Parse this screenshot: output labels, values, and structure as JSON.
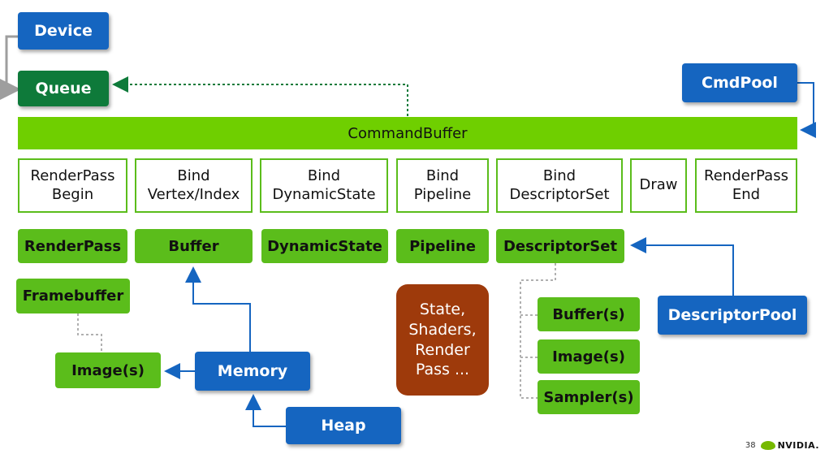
{
  "nodes": {
    "device": "Device",
    "queue": "Queue",
    "cmdpool": "CmdPool",
    "commandbuffer": "CommandBuffer",
    "renderpass_begin": "RenderPass\nBegin",
    "bind_vertex_index": "Bind\nVertex/Index",
    "bind_dynamicstate": "Bind\nDynamicState",
    "bind_pipeline": "Bind\nPipeline",
    "bind_descriptorset": "Bind\nDescriptorSet",
    "draw": "Draw",
    "renderpass_end": "RenderPass\nEnd",
    "renderpass": "RenderPass",
    "buffer": "Buffer",
    "dynamicstate": "DynamicState",
    "pipeline": "Pipeline",
    "descriptorset": "DescriptorSet",
    "framebuffer": "Framebuffer",
    "pipeline_state": "State,\nShaders,\nRender\nPass ...",
    "buffers": "Buffer(s)",
    "images_ds": "Image(s)",
    "samplers": "Sampler(s)",
    "descriptorpool": "DescriptorPool",
    "images": "Image(s)",
    "memory": "Memory",
    "heap": "Heap"
  },
  "colors": {
    "blue": "#1565c0",
    "dark_green": "#0e7a3a",
    "green": "#5bbd1b",
    "brown": "#9e3a0b",
    "nvidia_green": "#76b900"
  },
  "footer": {
    "page_number": "38",
    "brand": "NVIDIA."
  }
}
